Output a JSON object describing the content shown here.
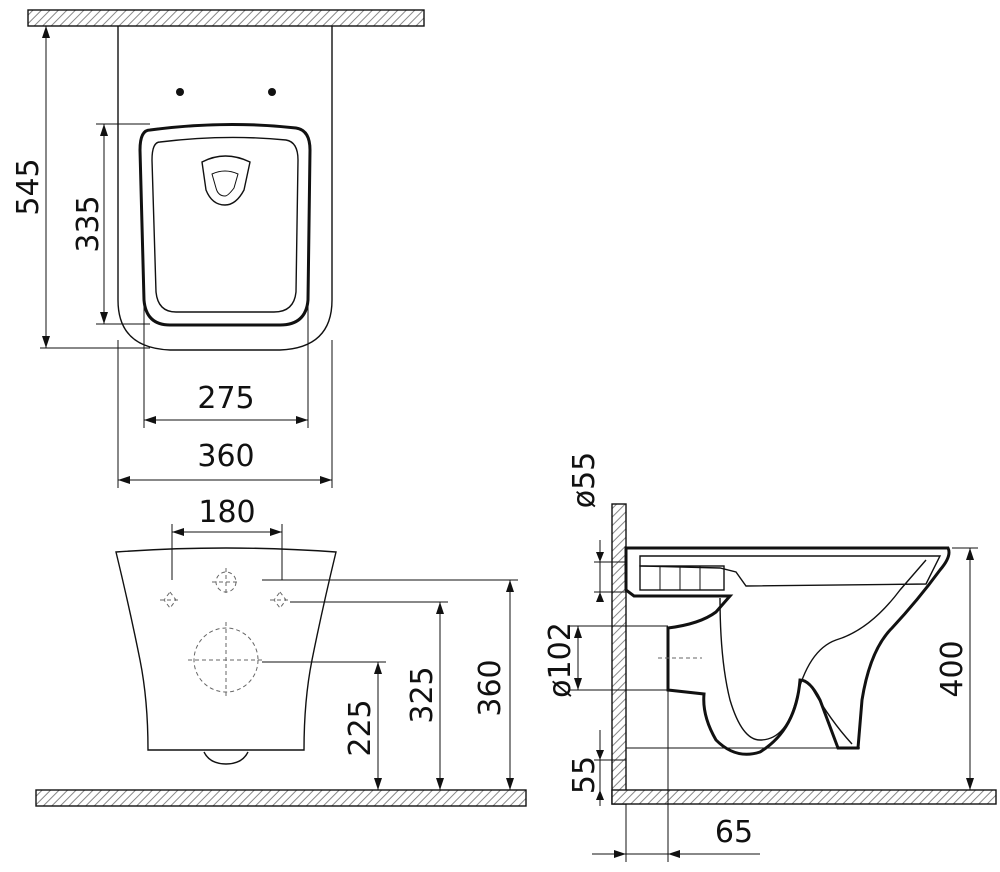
{
  "top_view": {
    "overall_depth": "545",
    "bowl_depth": "335",
    "inner_width": "275",
    "overall_width": "360"
  },
  "front_view": {
    "fixing_spacing": "180",
    "outlet_height": "225",
    "fixing_height": "325",
    "overall_height": "360"
  },
  "side_view": {
    "inlet_diameter": "ø55",
    "outlet_diameter": "ø102",
    "mounting_height": "400",
    "bottom_gap": "55",
    "wall_offset": "65"
  },
  "colors": {
    "line": "#111111",
    "hatch": "#888888",
    "background": "#ffffff"
  }
}
